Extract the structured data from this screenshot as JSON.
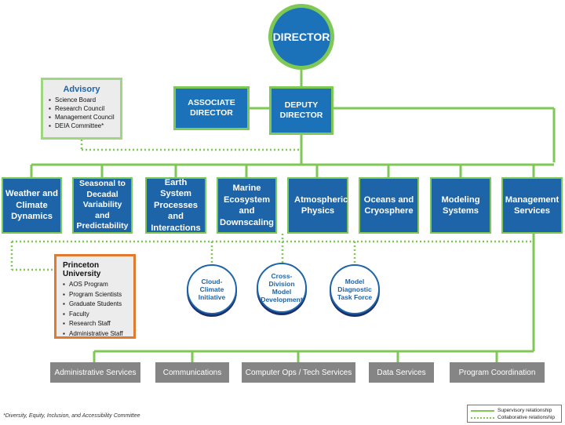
{
  "director": "DIRECTOR",
  "associate_director": "ASSOCIATE DIRECTOR",
  "deputy_director": "DEPUTY DIRECTOR",
  "advisory": {
    "title": "Advisory",
    "items": [
      "Science Board",
      "Research Council",
      "Management Council",
      "DEIA Committee*"
    ]
  },
  "divisions": [
    "Weather and Climate Dynamics",
    "Seasonal to Decadal Variability and Predictability",
    "Earth System Processes and Interactions",
    "Marine Ecosystem and Downscaling",
    "Atmospheric Physics",
    "Oceans and Cryosphere",
    "Modeling Systems",
    "Management Services"
  ],
  "princeton": {
    "title": "Princeton University",
    "items": [
      "AOS Program",
      "Program Scientists",
      "Graduate Students",
      "Faculty",
      "Research Staff",
      "Administrative Staff"
    ]
  },
  "task_forces": [
    "Cloud-Climate Initiative",
    "Cross-Division Model Development",
    "Model Diagnostic Task Force"
  ],
  "services": [
    "Administrative Services",
    "Communications",
    "Computer Ops / Tech Services",
    "Data Services",
    "Program Coordination"
  ],
  "footnote": "*Diversity, Equity, Inclusion, and Accessibility Committee",
  "legend": {
    "solid": "Supervisory relationship",
    "dotted": "Collaborative relationship"
  },
  "colors": {
    "green": "#7ec956",
    "blue": "#1c72b8",
    "navy": "#1a2f6d",
    "gray": "#858585",
    "orange": "#e07a2e"
  }
}
